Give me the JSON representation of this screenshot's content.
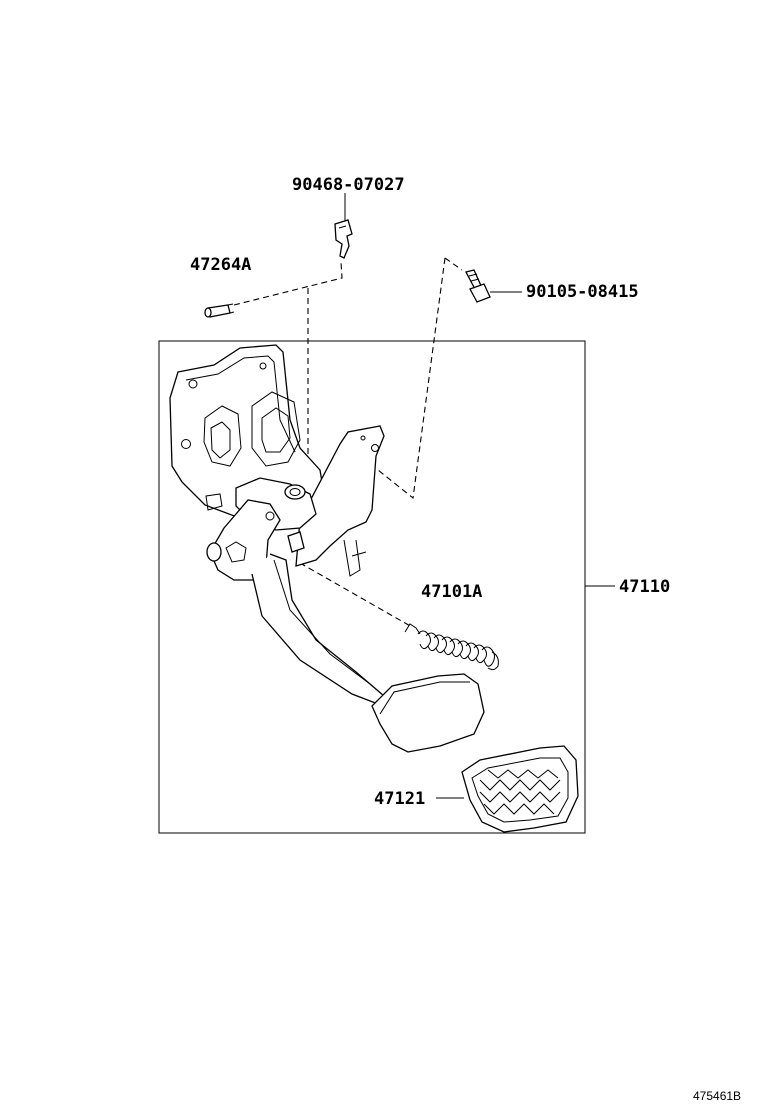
{
  "parts": {
    "clip": "90468-07027",
    "pin": "47264A",
    "bolt": "90105-08415",
    "spring": "47101A",
    "pedal_assy": "47110",
    "pedal_pad": "47121"
  },
  "figure_ref": "475461B"
}
